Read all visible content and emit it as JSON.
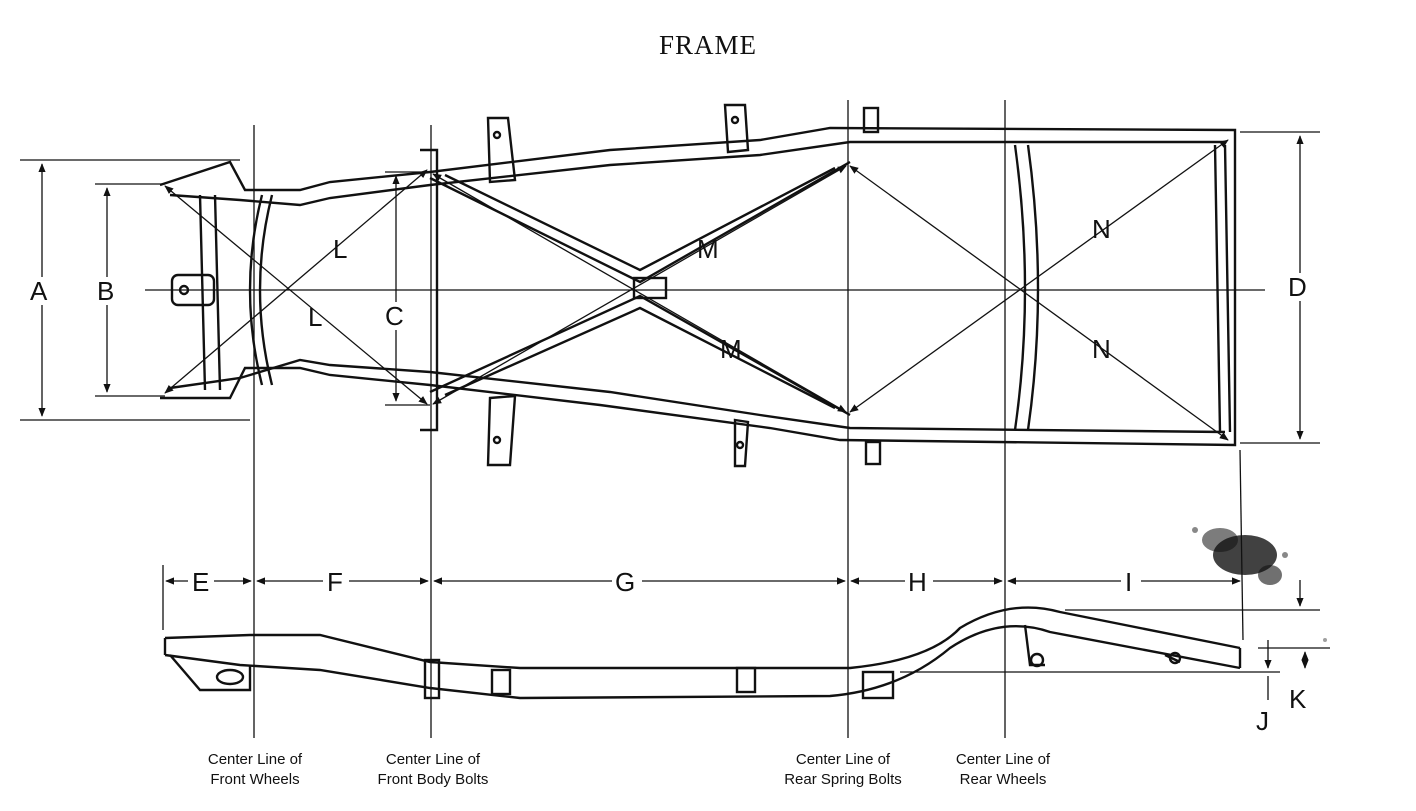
{
  "title": "FRAME",
  "top_view_labels": {
    "a": "A",
    "b": "B",
    "c": "C",
    "d": "D",
    "l1": "L",
    "l2": "L",
    "m1": "M",
    "m2": "M",
    "n1": "N",
    "n2": "N"
  },
  "side_view_labels": {
    "e": "E",
    "f": "F",
    "g": "G",
    "h": "H",
    "i": "I",
    "j": "J",
    "k": "K"
  },
  "captions": {
    "front_wheels": [
      "Center Line of",
      "Front Wheels"
    ],
    "front_body_bolts": [
      "Center Line of",
      "Front Body Bolts"
    ],
    "rear_spring_bolts": [
      "Center Line of",
      "Rear Spring Bolts"
    ],
    "rear_wheels": [
      "Center Line of",
      "Rear Wheels"
    ]
  },
  "colors": {
    "ink": "#111111",
    "background": "#ffffff"
  }
}
